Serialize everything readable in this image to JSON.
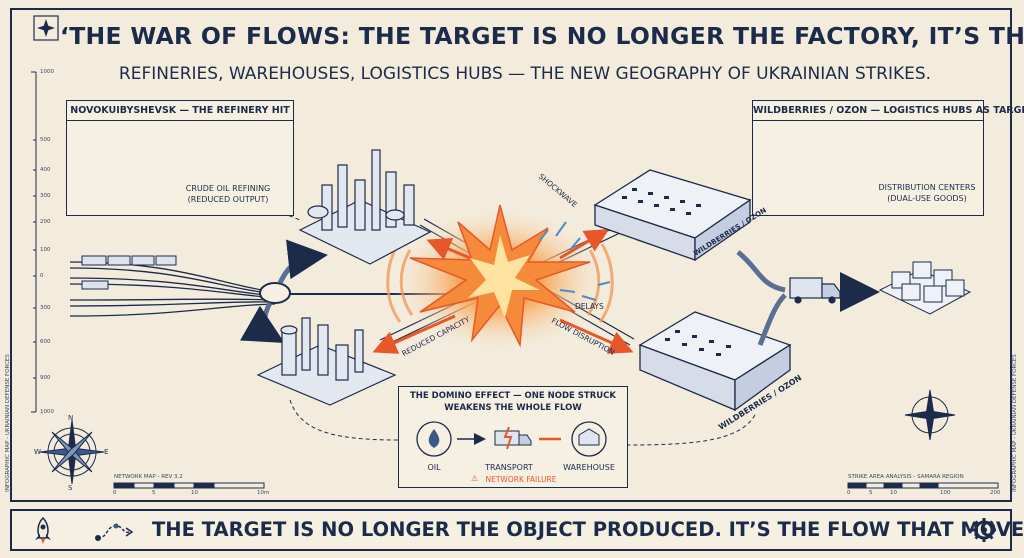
{
  "title": "‘THE WAR OF FLOWS: THE TARGET IS NO LONGER THE FACTORY, IT’S THE NETWORK’",
  "subtitle": "REFINERIES, WAREHOUSES, LOGISTICS HUBS — THE NEW GEOGRAPHY OF UKRAINIAN STRIKES.",
  "refinery_callout": {
    "title": "NOVOKUIBYSHEVSK — THE REFINERY HIT",
    "caption_line1": "CRUDE OIL REFINING",
    "caption_line2": "(REDUCED OUTPUT)"
  },
  "logistics_callout": {
    "title": "WILDBERRIES / OZON — LOGISTICS HUBS AS TARGETS",
    "caption_line1": "DISTRIBUTION CENTERS",
    "caption_line2": "(DUAL-USE GOODS)"
  },
  "strike_labels": {
    "shockwave": "SHOCKWAVE",
    "delays": "DELAYS",
    "reduced_capacity": "REDUCED CAPACITY",
    "flow_disruption": "FLOW DISRUPTION"
  },
  "warehouse_signs": {
    "upper": "WILDBERRIES / OZON",
    "lower": "WILDBERRIES / OZON"
  },
  "domino": {
    "title_line1": "THE DOMINO EFFECT — ONE NODE STRUCK",
    "title_line2": "WEAKENS THE WHOLE FLOW",
    "oil": "OIL",
    "transport": "TRANSPORT",
    "warehouse": "WAREHOUSE",
    "failure": "NETWORK FAILURE"
  },
  "side_text": {
    "left": "INFOGRAPHIC MAP - UKRAINIAN DEFENSE FORCES",
    "right": "INFOGRAPHIC MAP - UKRAINIAN DEFENSE FORCES"
  },
  "ruler_ticks": [
    "1000",
    "500",
    "400",
    "300",
    "200",
    "100",
    "0",
    "300",
    "600",
    "900",
    "1000"
  ],
  "compass": {
    "n": "N",
    "s": "S",
    "e": "E",
    "w": "W"
  },
  "scale_left": {
    "label": "NETWORK MAP - REV 3.2",
    "ticks": [
      "0",
      "5",
      "10",
      "10m"
    ]
  },
  "scale_right": {
    "label": "STRIKE AREA ANALYSIS - SAMARA REGION",
    "ticks": [
      "0",
      "5",
      "10",
      "100",
      "200"
    ]
  },
  "footer": "THE TARGET IS NO LONGER THE OBJECT PRODUCED. IT’S THE FLOW THAT MOVES IT.",
  "colors": {
    "ink": "#1c2b4a",
    "paper": "#f3ecdd",
    "accent": "#e8572a",
    "glow": "#f6a35c"
  }
}
